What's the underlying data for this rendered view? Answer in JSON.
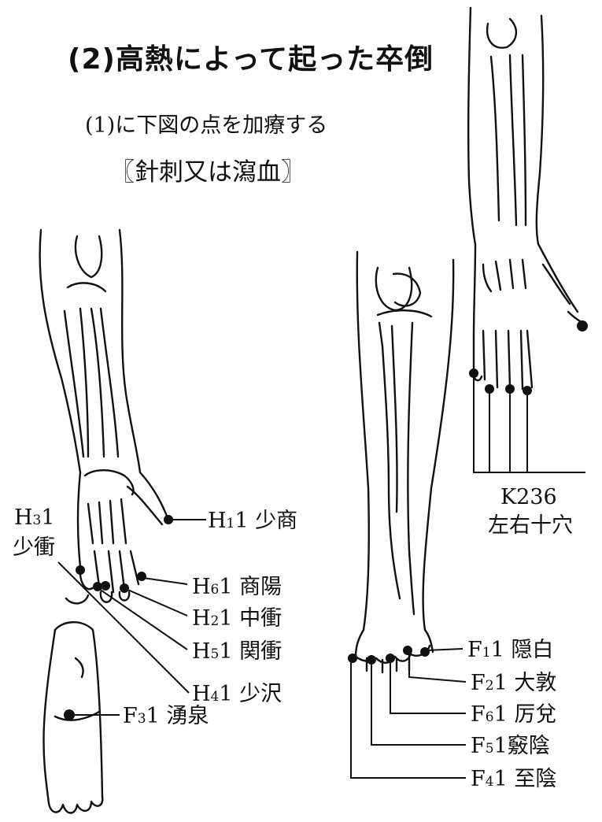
{
  "heading": {
    "title": "(2)高熱によって起った卒倒",
    "subtitle": "(1)に下図の点を加療する",
    "method": "〖針刺又は瀉血〗"
  },
  "hand": {
    "h3": {
      "code": "H",
      "sub": "3",
      "num": "1",
      "name": "少衝"
    },
    "h1": {
      "code": "H",
      "sub": "1",
      "num": "1",
      "name": "少商"
    },
    "h6": {
      "code": "H",
      "sub": "6",
      "num": "1",
      "name": "商陽"
    },
    "h2": {
      "code": "H",
      "sub": "2",
      "num": "1",
      "name": "中衝"
    },
    "h5": {
      "code": "H",
      "sub": "5",
      "num": "1",
      "name": "関衝"
    },
    "h4": {
      "code": "H",
      "sub": "4",
      "num": "1",
      "name": "少沢"
    }
  },
  "sole": {
    "f3": {
      "code": "F",
      "sub": "3",
      "num": "1",
      "name": "湧泉"
    }
  },
  "foot": {
    "f1": {
      "code": "F",
      "sub": "1",
      "num": "1",
      "name": "隠白"
    },
    "f2": {
      "code": "F",
      "sub": "2",
      "num": "1",
      "name": "大敦"
    },
    "f6": {
      "code": "F",
      "sub": "6",
      "num": "1",
      "name": "厉兌"
    },
    "f5": {
      "code": "F",
      "sub": "5",
      "num": "1",
      "name": "竅陰"
    },
    "f4": {
      "code": "F",
      "sub": "4",
      "num": "1",
      "name": "至陰"
    }
  },
  "k236": {
    "code": "K236",
    "name": "左右十穴"
  }
}
